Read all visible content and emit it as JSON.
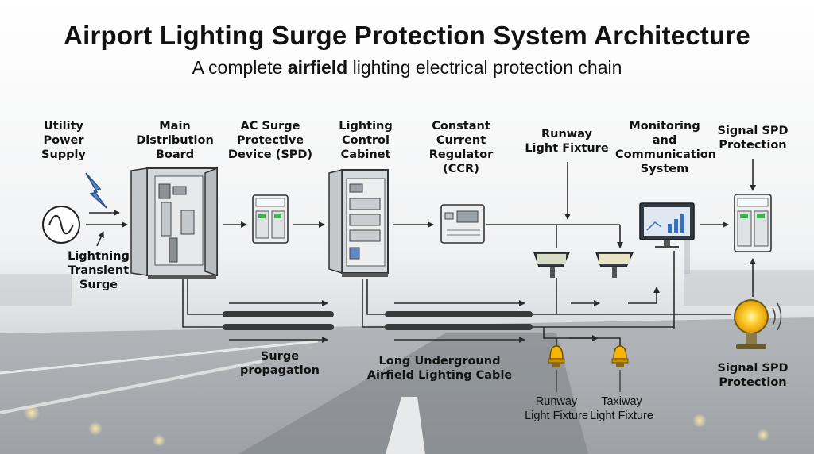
{
  "title": "Airport Lighting Surge Protection System Architecture",
  "subtitle": {
    "before": "A complete ",
    "emphasis": "airfield",
    "after": " lighting electrical protection chain"
  },
  "labels": {
    "utility": "Utility\nPower\nSupply",
    "lightning": "Lightning\nTransient\nSurge",
    "main_board": "Main\nDistribution\nBoard",
    "ac_spd": "AC Surge\nProtective\nDevice (SPD)",
    "lighting_cabinet": "Lighting\nControl\nCabinet",
    "ccr": "Constant\nCurrent\nRegulator\n(CCR)",
    "runway_fixture_top": "Runway\nLight Fixture",
    "monitoring": "Monitoring and\nCommunication\nSystem",
    "signal_spd_top": "Signal SPD\nProtection",
    "signal_spd_bottom": "Signal SPD\nProtection",
    "surge_propagation": "Surge\npropagation",
    "underground_cable": "Long Underground\nAirfield Lighting Cable",
    "runway_fixture_bottom": "Runway\nLight Fixture",
    "taxiway_fixture": "Taxiway\nLight Fixture"
  },
  "colors": {
    "sky": "#f3f4f4",
    "runway": "#8d9196",
    "line": "#2b2b2b",
    "cabinet": "#cfd3d6",
    "lamp_amber": "#f5b400",
    "signal_glow": "#ffd23a"
  },
  "icons": [
    "ac-source-icon",
    "lightning-bolt-icon",
    "distribution-board-icon",
    "spd-module-icon",
    "control-cabinet-icon",
    "ccr-device-icon",
    "runway-light-icon",
    "monitor-icon",
    "signal-spd-icon",
    "signal-beacon-icon",
    "taxiway-lamp-icon",
    "cable-icon"
  ]
}
